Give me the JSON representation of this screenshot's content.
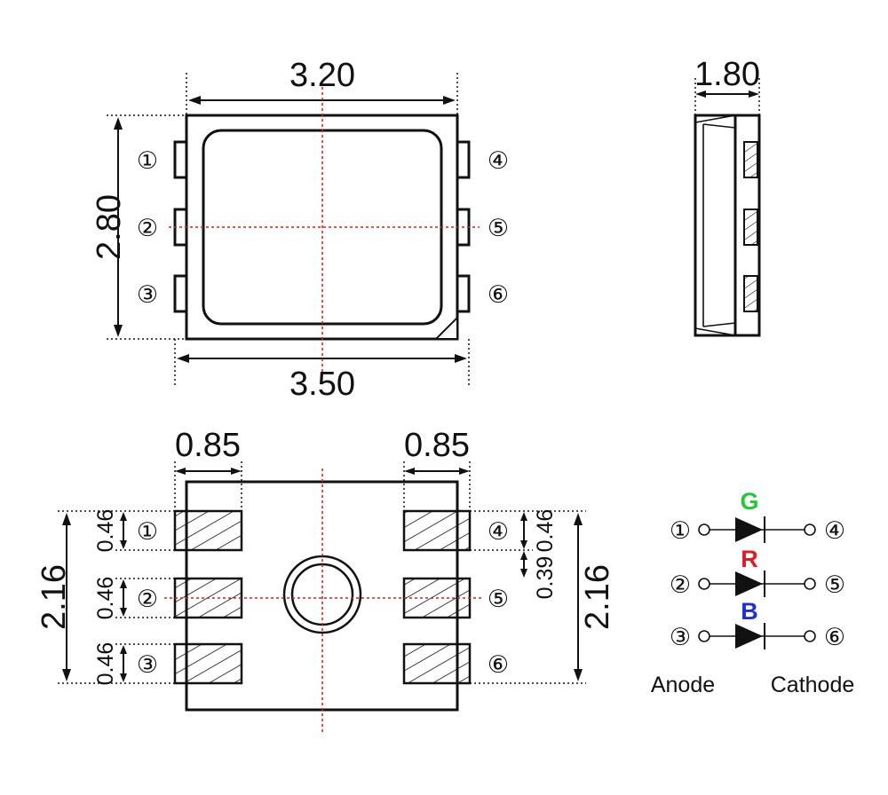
{
  "top_view": {
    "width_inner": "3.20",
    "height": "2.80",
    "width_outer": "3.50",
    "pins_left": [
      "①",
      "②",
      "③"
    ],
    "pins_right": [
      "④",
      "⑤",
      "⑥"
    ]
  },
  "side_view": {
    "thickness": "1.80"
  },
  "bottom_view": {
    "pad_width_left": "0.85",
    "pad_width_right": "0.85",
    "height_left": "2.16",
    "height_right": "2.16",
    "pad_heights_left": [
      "0.46",
      "0.46",
      "0.46"
    ],
    "pad_height_right": "0.46",
    "pad_gap_right": "0.39",
    "pins_left": [
      "①",
      "②",
      "③"
    ],
    "pins_right": [
      "④",
      "⑤",
      "⑥"
    ]
  },
  "schematic": {
    "channels": [
      {
        "label": "G",
        "color": "#22c83a",
        "anode": "①",
        "cathode": "④"
      },
      {
        "label": "R",
        "color": "#e01b24",
        "anode": "②",
        "cathode": "⑤"
      },
      {
        "label": "B",
        "color": "#1c2fd8",
        "anode": "③",
        "cathode": "⑥"
      }
    ],
    "anode_label": "Anode",
    "cathode_label": "Cathode"
  }
}
